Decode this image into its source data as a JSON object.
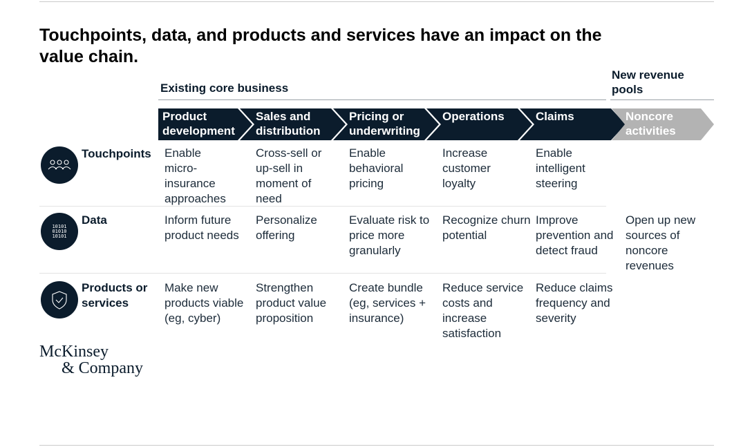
{
  "title": "Touchpoints, data, and products and services have an impact on the value chain.",
  "groups": {
    "core": "Existing core business",
    "new": "New revenue pools"
  },
  "stages": [
    {
      "label": "Product development"
    },
    {
      "label": "Sales and distribution"
    },
    {
      "label": "Pricing or underwriting"
    },
    {
      "label": "Operations"
    },
    {
      "label": "Claims"
    },
    {
      "label": "Noncore activities"
    }
  ],
  "rows": [
    {
      "label": "Touchpoints",
      "icon": "people-icon",
      "cells": [
        "Enable micro-insurance approaches",
        "Cross-sell or up-sell in moment of need",
        "Enable behavioral pricing",
        "Increase customer loyalty",
        "Enable intelligent steering"
      ]
    },
    {
      "label": "Data",
      "icon": "binary-data-icon",
      "cells": [
        "Inform future product needs",
        "Personalize offering",
        "Evaluate risk to price more granularly",
        "Recognize churn potential",
        "Improve prevention and detect fraud"
      ]
    },
    {
      "label": "Products or services",
      "icon": "shield-check-icon",
      "cells": [
        "Make new products viable (eg, cyber)",
        "Strengthen product value proposition",
        "Create bundle (eg, services + insurance)",
        "Reduce service costs and increase satisfaction",
        "Reduce claims frequency and severity"
      ]
    }
  ],
  "noncore_text": "Open up new sources of noncore revenues",
  "logo": {
    "line1": "McKinsey",
    "line2": "& Company"
  },
  "colors": {
    "navy": "#0b1c2c",
    "grey": "#b3b3b3"
  }
}
